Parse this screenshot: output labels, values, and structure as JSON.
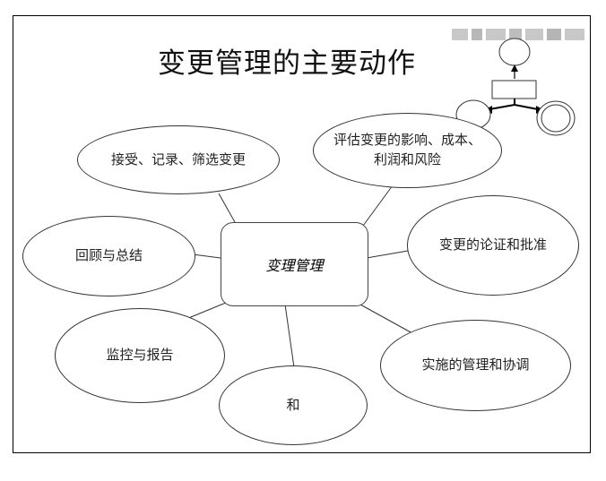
{
  "title": "变更管理的主要动作",
  "center": "变理管理",
  "nodes": {
    "accept": "接受、记录、筛选变更",
    "evaluate_line1": "评估变更的影响、成本、",
    "evaluate_line2": "利润和风险",
    "review": "回顾与总结",
    "justify": "变更的论证和批准",
    "monitor": "监控与报告",
    "implement": "实施的管理和协调",
    "and": "和"
  },
  "watermark": "[blurred text]"
}
